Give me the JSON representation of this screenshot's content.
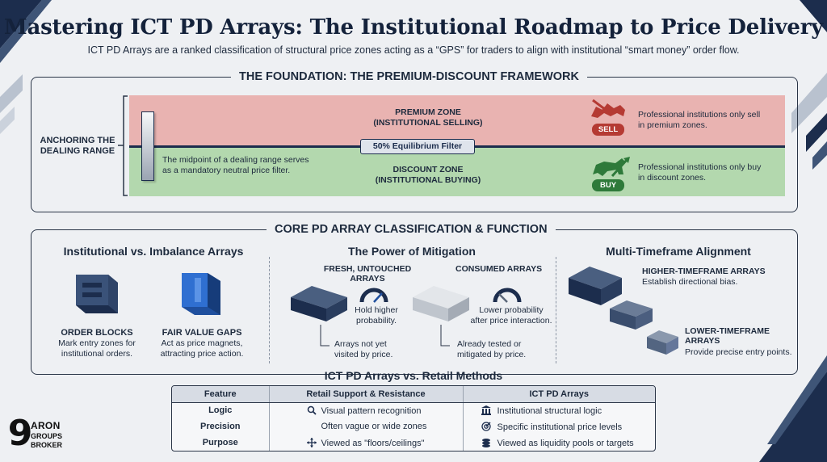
{
  "header": {
    "title": "Mastering ICT PD Arrays: The Institutional Roadmap to Price Delivery",
    "subtitle": "ICT PD Arrays are a ranked classification of structural price zones acting as a “GPS” for traders to align with institutional “smart money” order flow."
  },
  "foundation": {
    "title": "THE FOUNDATION: THE PREMIUM-DISCOUNT FRAMEWORK",
    "side_label_1": "ANCHORING THE",
    "side_label_2": "DEALING RANGE",
    "premium_1": "PREMIUM ZONE",
    "premium_2": "(INSTITUTIONAL SELLING)",
    "discount_1": "DISCOUNT ZONE",
    "discount_2": "(INSTITUTIONAL BUYING)",
    "equilibrium": "50% Equilibrium Filter",
    "midpoint_1": "The midpoint of a dealing range serves",
    "midpoint_2": "as a mandatory neutral price filter.",
    "sell_badge": "SELL",
    "buy_badge": "BUY",
    "sell_note_1": "Professional institutions only sell",
    "sell_note_2": "in premium zones.",
    "buy_note_1": "Professional institutions only buy",
    "buy_note_2": "in discount zones.",
    "colors": {
      "premium": "#e9b3b1",
      "discount": "#b3d8ae",
      "equilibrium": "#1c2d4d",
      "sell": "#b53a33",
      "buy": "#2e7a3a"
    }
  },
  "core": {
    "title": "CORE PD ARRAY CLASSIFICATION & FUNCTION",
    "col1": {
      "heading": "Institutional vs. Imbalance Arrays",
      "ob_title": "ORDER BLOCKS",
      "ob_desc_1": "Mark entry zones for",
      "ob_desc_2": "institutional orders.",
      "fvg_title": "FAIR VALUE GAPS",
      "fvg_desc_1": "Act as price magnets,",
      "fvg_desc_2": "attracting price action."
    },
    "col2": {
      "heading": "The Power of Mitigation",
      "fresh_1": "FRESH, UNTOUCHED",
      "fresh_2": "ARRAYS",
      "fresh_gauge_1": "Hold higher",
      "fresh_gauge_2": "probability.",
      "fresh_note_1": "Arrays not yet",
      "fresh_note_2": "visited by price.",
      "consumed": "CONSUMED ARRAYS",
      "consumed_gauge_1": "Lower probability",
      "consumed_gauge_2": "after price interaction.",
      "consumed_note_1": "Already tested or",
      "consumed_note_2": "mitigated by price."
    },
    "col3": {
      "heading": "Multi-Timeframe Alignment",
      "htf_title": "HIGHER-TIMEFRAME ARRAYS",
      "htf_desc": "Establish directional bias.",
      "ltf_title_1": "LOWER-TIMEFRAME",
      "ltf_title_2": "ARRAYS",
      "ltf_desc": "Provide precise entry points."
    }
  },
  "comparison": {
    "title": "ICT PD Arrays vs. Retail Methods",
    "headers": [
      "Feature",
      "Retail Support & Resistance",
      "ICT PD Arrays"
    ],
    "rows": [
      {
        "feature": "Logic",
        "retail": "Visual pattern recognition",
        "retail_icon": "magnifier-icon",
        "ict": "Institutional structural logic",
        "ict_icon": "bank-icon"
      },
      {
        "feature": "Precision",
        "retail": "Often vague or wide zones",
        "retail_icon": "",
        "ict": "Specific institutional price levels",
        "ict_icon": "target-icon"
      },
      {
        "feature": "Purpose",
        "retail": "Viewed as \"floors/ceilings\"",
        "retail_icon": "move-arrows-icon",
        "ict": "Viewed as liquidity pools or targets",
        "ict_icon": "coins-icon"
      }
    ]
  },
  "brand": {
    "line1": "ARON",
    "line2": "GROUPS",
    "line3": "BROKER",
    "logo_glyph": "9"
  }
}
